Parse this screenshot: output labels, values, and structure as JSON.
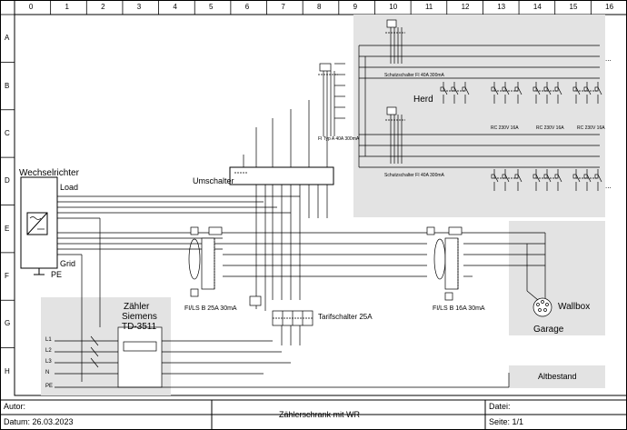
{
  "grid": {
    "columns": [
      "0",
      "1",
      "2",
      "3",
      "4",
      "5",
      "6",
      "7",
      "8",
      "9",
      "10",
      "11",
      "12",
      "13",
      "14",
      "15",
      "16"
    ],
    "rows": [
      "A",
      "B",
      "C",
      "D",
      "E",
      "F",
      "G",
      "H"
    ]
  },
  "labels": {
    "inverter": "Wechselrichter",
    "load": "Load",
    "grid": "Grid",
    "pe": "PE",
    "switch": "Umschalter",
    "herd": "Herd",
    "wallbox": "Wallbox",
    "garage": "Garage",
    "altbestand": "Altbestand",
    "meter_title1": "Zähler",
    "meter_title2": "Siemens",
    "meter_title3": "TD-3511",
    "tarif": "Tarifschalter 25A",
    "fi1": "FI/LS B 25A 30mA",
    "fi2": "FI/LS B 16A 30mA",
    "l1": "L1",
    "l2": "L2",
    "l3": "L3",
    "n": "N",
    "pe2": "PE",
    "dots": "...",
    "fi_typ": "FI Typ A 40A 300mA",
    "fi_herd1": "Schutzschalter FI 40A 300mA",
    "fi_herd2": "Schutzschalter FI 40A 300mA",
    "ls1": "RC 230V 16A",
    "ls2": "RC 230V 16A",
    "ls3": "RC 230V 16A"
  },
  "footer": {
    "author_label": "Autor:",
    "date": "Datum: 26.03.2023",
    "title": "Zählerschrank mit WR",
    "file_label": "Datei:",
    "page": "Seite: 1/1"
  }
}
